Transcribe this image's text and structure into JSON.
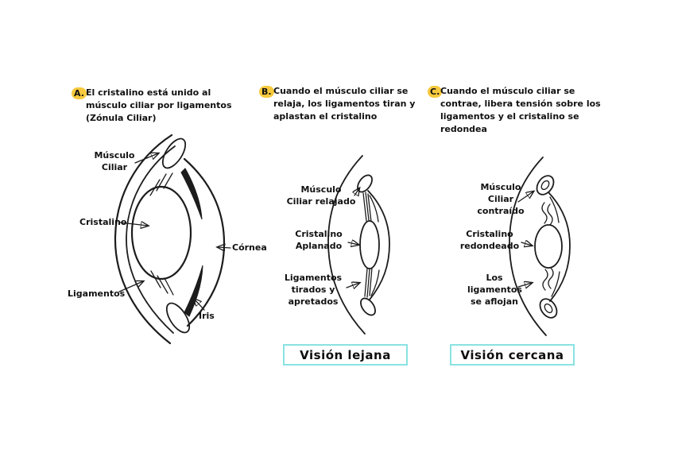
{
  "colors": {
    "ink": "#1c1c1c",
    "highlight_yellow": "#f6c93e",
    "caption_border": "#8ae2e2"
  },
  "panel_a": {
    "marker": "A.",
    "line1": "El cristalino está unido al",
    "line2": "músculo ciliar por ligamentos",
    "line3": "(Zónula Ciliar)",
    "label_musculo_1": "Músculo",
    "label_musculo_2": "Ciliar",
    "label_cristalino": "Cristalino",
    "label_cornea": "Córnea",
    "label_ligamentos": "Ligamentos",
    "label_iris": "Iris"
  },
  "panel_b": {
    "marker": "B.",
    "line1": "Cuando el músculo ciliar se",
    "line2": "relaja, los ligamentos tiran y",
    "line3": "aplastan el cristalino",
    "label_musculo_1": "Músculo",
    "label_musculo_2": "Ciliar relajado",
    "label_cristalino_1": "Cristalino",
    "label_cristalino_2": "Aplanado",
    "label_lig_1": "Ligamentos",
    "label_lig_2": "tirados y",
    "label_lig_3": "apretados",
    "caption": "Visión lejana"
  },
  "panel_c": {
    "marker": "C.",
    "line1": "Cuando el músculo ciliar se",
    "line2": "contrae, libera tensión sobre los",
    "line3": "ligamentos y el cristalino se",
    "line4": "redondea",
    "label_musculo_1": "Músculo",
    "label_musculo_2": "Ciliar",
    "label_musculo_3": "contraído",
    "label_cristalino_1": "Cristalino",
    "label_cristalino_2": "redondeado",
    "label_lig_1": "Los",
    "label_lig_2": "ligamentos",
    "label_lig_3": "se aflojan",
    "caption": "Visión cercana"
  }
}
